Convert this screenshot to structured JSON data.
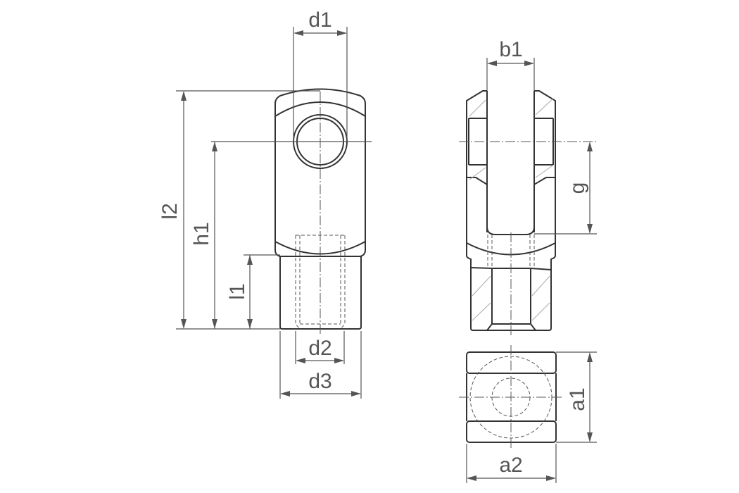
{
  "drawing": {
    "subject": "clevis fork head technical drawing",
    "views": [
      {
        "name": "front-view",
        "labels": [
          "d1",
          "l2",
          "h1",
          "l1",
          "d2",
          "d3"
        ]
      },
      {
        "name": "side-view",
        "labels": [
          "b1",
          "g"
        ]
      },
      {
        "name": "bottom-view",
        "labels": [
          "a1",
          "a2"
        ]
      }
    ]
  },
  "labels": {
    "d1": "d1",
    "d2": "d2",
    "d3": "d3",
    "l1": "l1",
    "l2": "l2",
    "h1": "h1",
    "b1": "b1",
    "g": "g",
    "a1": "a1",
    "a2": "a2"
  },
  "colors": {
    "outline": "#333333",
    "dimension": "#555555",
    "hatch": "#aaaaaa",
    "background": "#ffffff"
  }
}
